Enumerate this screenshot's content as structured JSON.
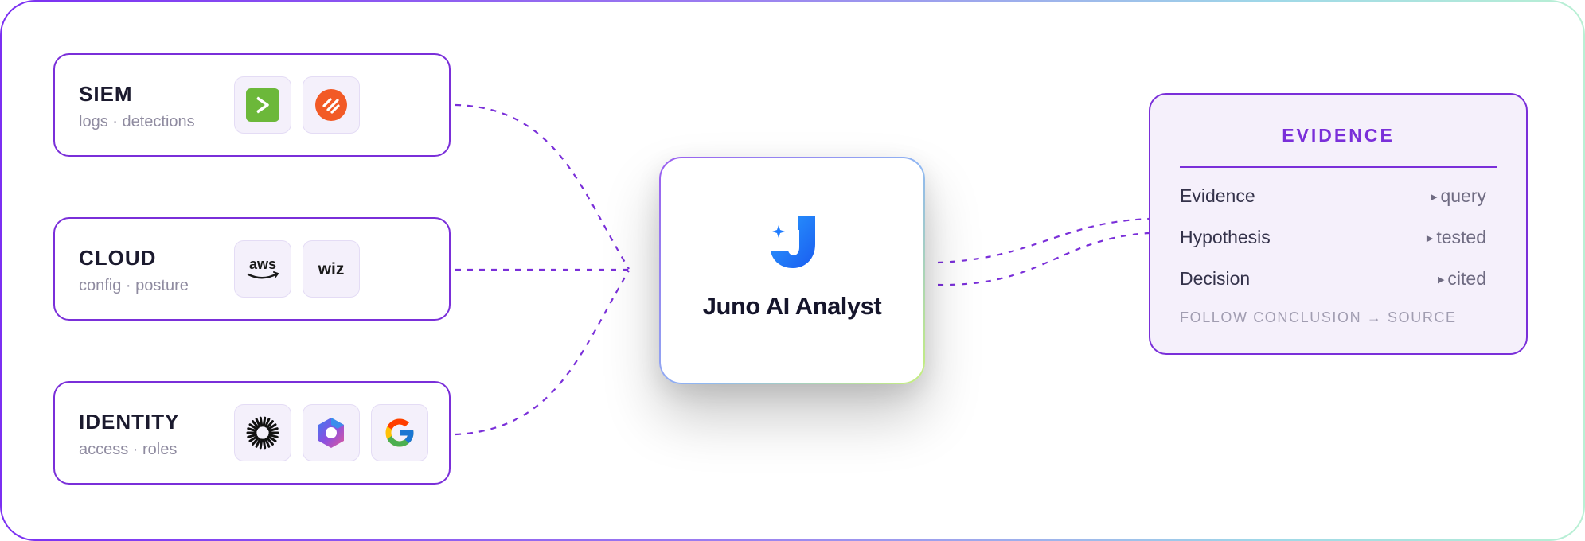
{
  "sources": [
    {
      "title": "SIEM",
      "subtitle": "logs · detections",
      "icons": [
        "terminal-prompt-icon",
        "paloalto-icon"
      ]
    },
    {
      "title": "CLOUD",
      "subtitle": "config · posture",
      "icons": [
        "aws-icon",
        "wiz-icon"
      ]
    },
    {
      "title": "IDENTITY",
      "subtitle": "access · roles",
      "icons": [
        "okta-icon",
        "microsoft-365-icon",
        "google-icon"
      ]
    }
  ],
  "center": {
    "label": "Juno AI Analyst",
    "icon": "juno-logo-icon"
  },
  "evidence": {
    "heading": "EVIDENCE",
    "rows": [
      {
        "label": "Evidence",
        "value": "query"
      },
      {
        "label": "Hypothesis",
        "value": "tested"
      },
      {
        "label": "Decision",
        "value": "cited"
      }
    ],
    "footer": "FOLLOW CONCLUSION → SOURCE"
  },
  "icon_text": {
    "aws": "aws",
    "wiz": "wiz"
  },
  "colors": {
    "accent": "#7a2fd9",
    "connector": "#7a2fd9",
    "juno_blue": "#1e7bff"
  }
}
